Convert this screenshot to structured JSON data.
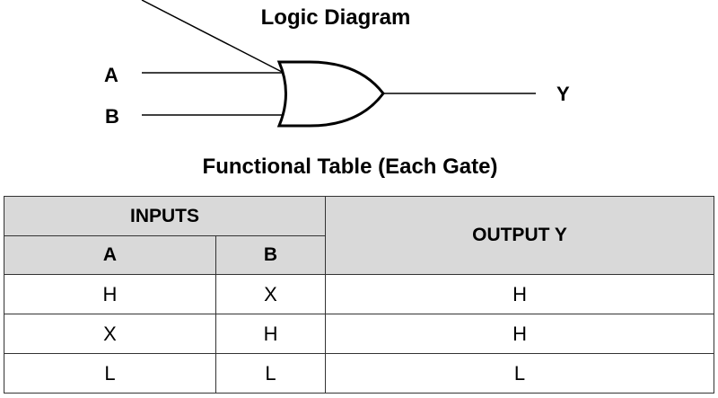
{
  "diagram": {
    "title": "Logic Diagram",
    "gate_type": "OR",
    "inputs": [
      "A",
      "B"
    ],
    "output": "Y"
  },
  "table": {
    "title": "Functional Table (Each Gate)",
    "group_header": "INPUTS",
    "output_header": "OUTPUT Y",
    "columns": [
      "A",
      "B"
    ],
    "rows": [
      {
        "a": "H",
        "b": "X",
        "y": "H"
      },
      {
        "a": "X",
        "b": "H",
        "y": "H"
      },
      {
        "a": "L",
        "b": "L",
        "y": "L"
      }
    ],
    "header_bg": "#d9d9d9"
  }
}
